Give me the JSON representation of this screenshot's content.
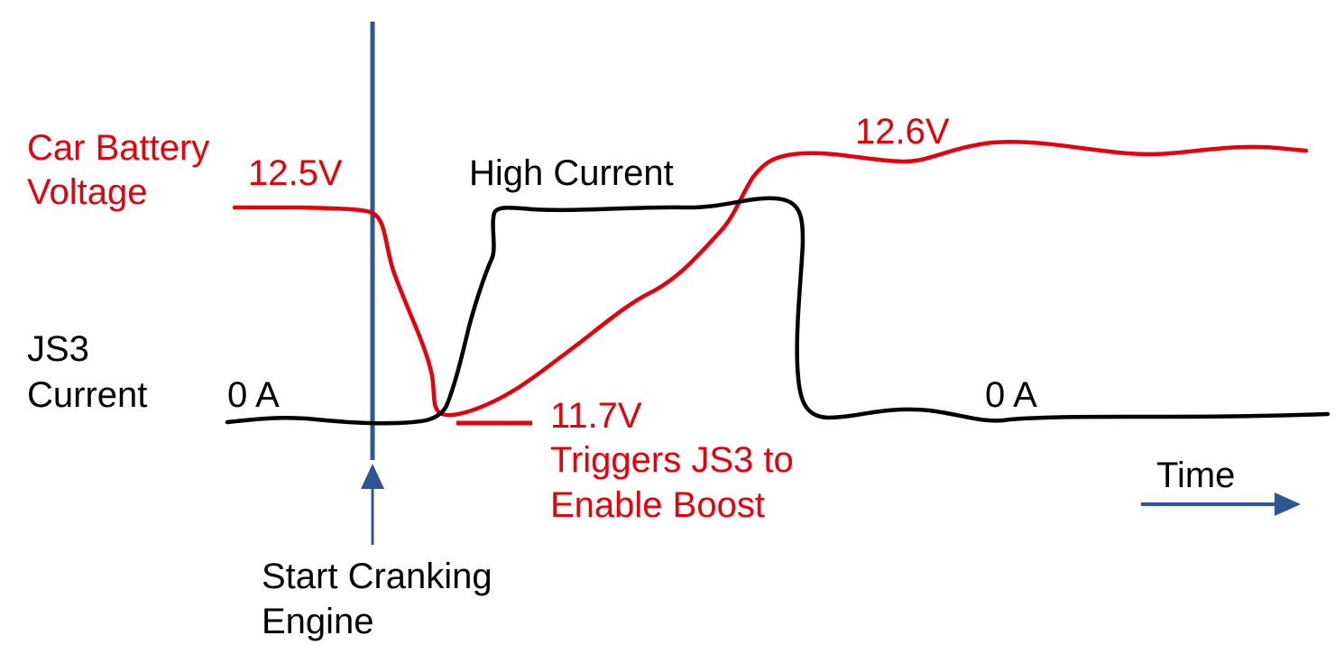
{
  "colors": {
    "voltage": "#e8000b",
    "current": "#000000",
    "marker": "#2e5594",
    "background": "#ffffff"
  },
  "labels": {
    "voltage_title_line1": "Car Battery",
    "voltage_title_line2": "Voltage",
    "current_title_line1": "JS3",
    "current_title_line2": "Current",
    "initial_voltage": "12.5V",
    "final_voltage": "12.6V",
    "min_voltage": "11.7V",
    "trigger_line1": "Triggers JS3 to",
    "trigger_line2": "Enable Boost",
    "high_current": "High Current",
    "zero_current_start": "0 A",
    "zero_current_end": "0 A",
    "time_axis": "Time",
    "event_line1": "Start Cranking",
    "event_line2": "Engine"
  },
  "icons": {
    "event_marker": "up-arrow-icon",
    "time_direction": "right-arrow-icon"
  }
}
